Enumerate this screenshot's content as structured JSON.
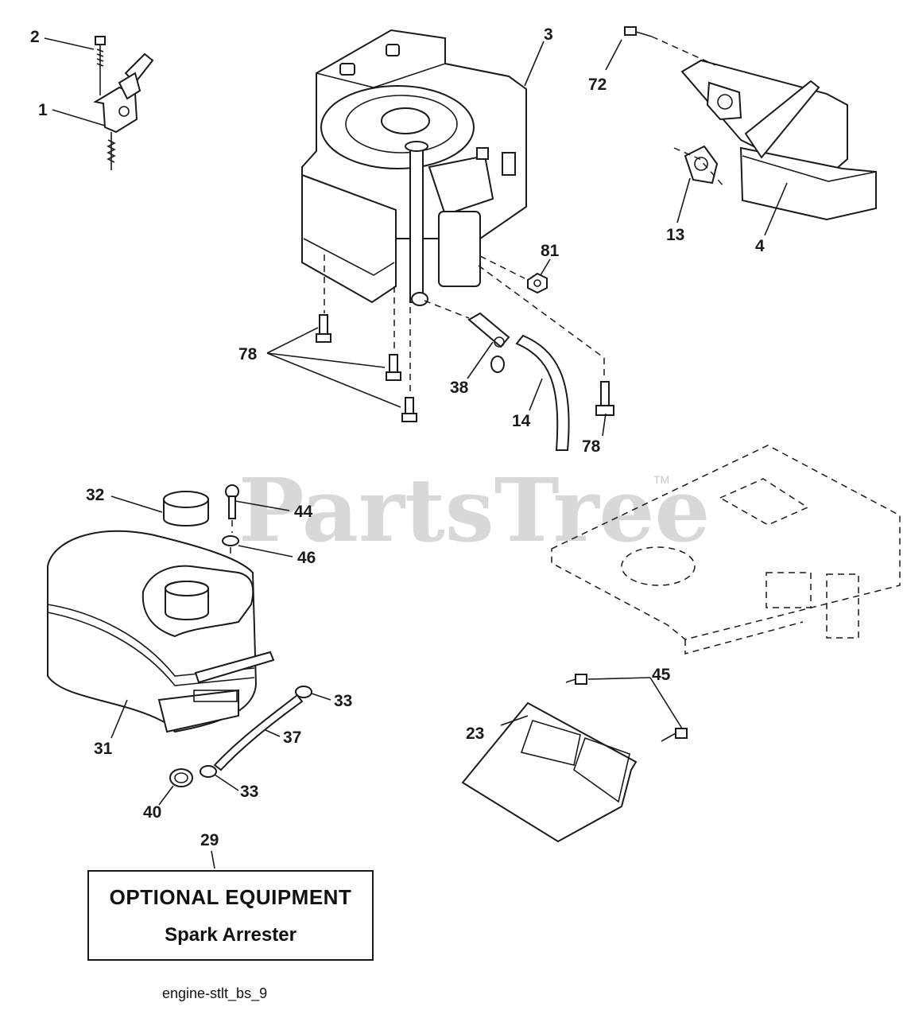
{
  "watermark": {
    "text": "PartsTree",
    "trademark": "TM"
  },
  "callouts": {
    "c1": "1",
    "c2": "2",
    "c3": "3",
    "c4": "4",
    "c13": "13",
    "c14": "14",
    "c23": "23",
    "c29": "29",
    "c31": "31",
    "c32": "32",
    "c33a": "33",
    "c33b": "33",
    "c37": "37",
    "c38": "38",
    "c40": "40",
    "c44": "44",
    "c45": "45",
    "c46": "46",
    "c72": "72",
    "c78a": "78",
    "c78b": "78",
    "c81": "81"
  },
  "optional_box": {
    "title": "OPTIONAL EQUIPMENT",
    "item": "Spark Arrester"
  },
  "footer": {
    "code": "engine-stlt_bs_9"
  }
}
